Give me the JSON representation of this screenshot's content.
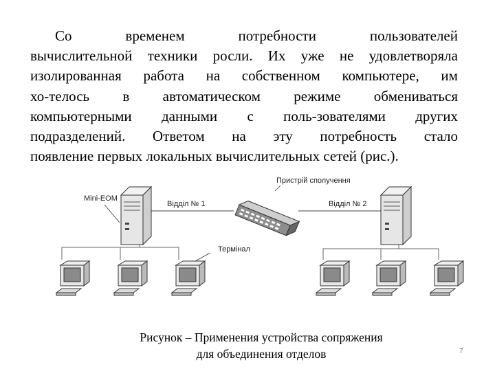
{
  "paragraph": {
    "lines": [
      [
        "Со",
        "временем",
        "потребности",
        "пользователей"
      ],
      [
        "вычислительной",
        "техники",
        "росли.",
        "Их",
        "уже",
        "не",
        "удовлетворяла"
      ],
      [
        "изолированная",
        "работа",
        "на",
        "собственном",
        "компьютере,",
        "им"
      ],
      [
        "хо-телось",
        "в",
        "автоматическом",
        "режиме",
        "обмениваться"
      ],
      [
        "компьютерными",
        "данными",
        "с",
        "поль-зователями",
        "других"
      ],
      [
        "подразделений.",
        "Ответом",
        "на",
        "эту",
        "потребность",
        "стало"
      ],
      [
        "появление первых локальных вычислительных сетей (рис.)."
      ]
    ]
  },
  "diagram": {
    "labels": {
      "mini_eom": "Mini-EOM",
      "dept1": "Відділ № 1",
      "device": "Пристрій сполучення",
      "dept2": "Відділ № 2",
      "terminal": "Термінал"
    }
  },
  "caption": {
    "line1": "Рисунок  – Применения устройства сопряжения",
    "line2": "для объединения отделов"
  },
  "page_number": "7"
}
